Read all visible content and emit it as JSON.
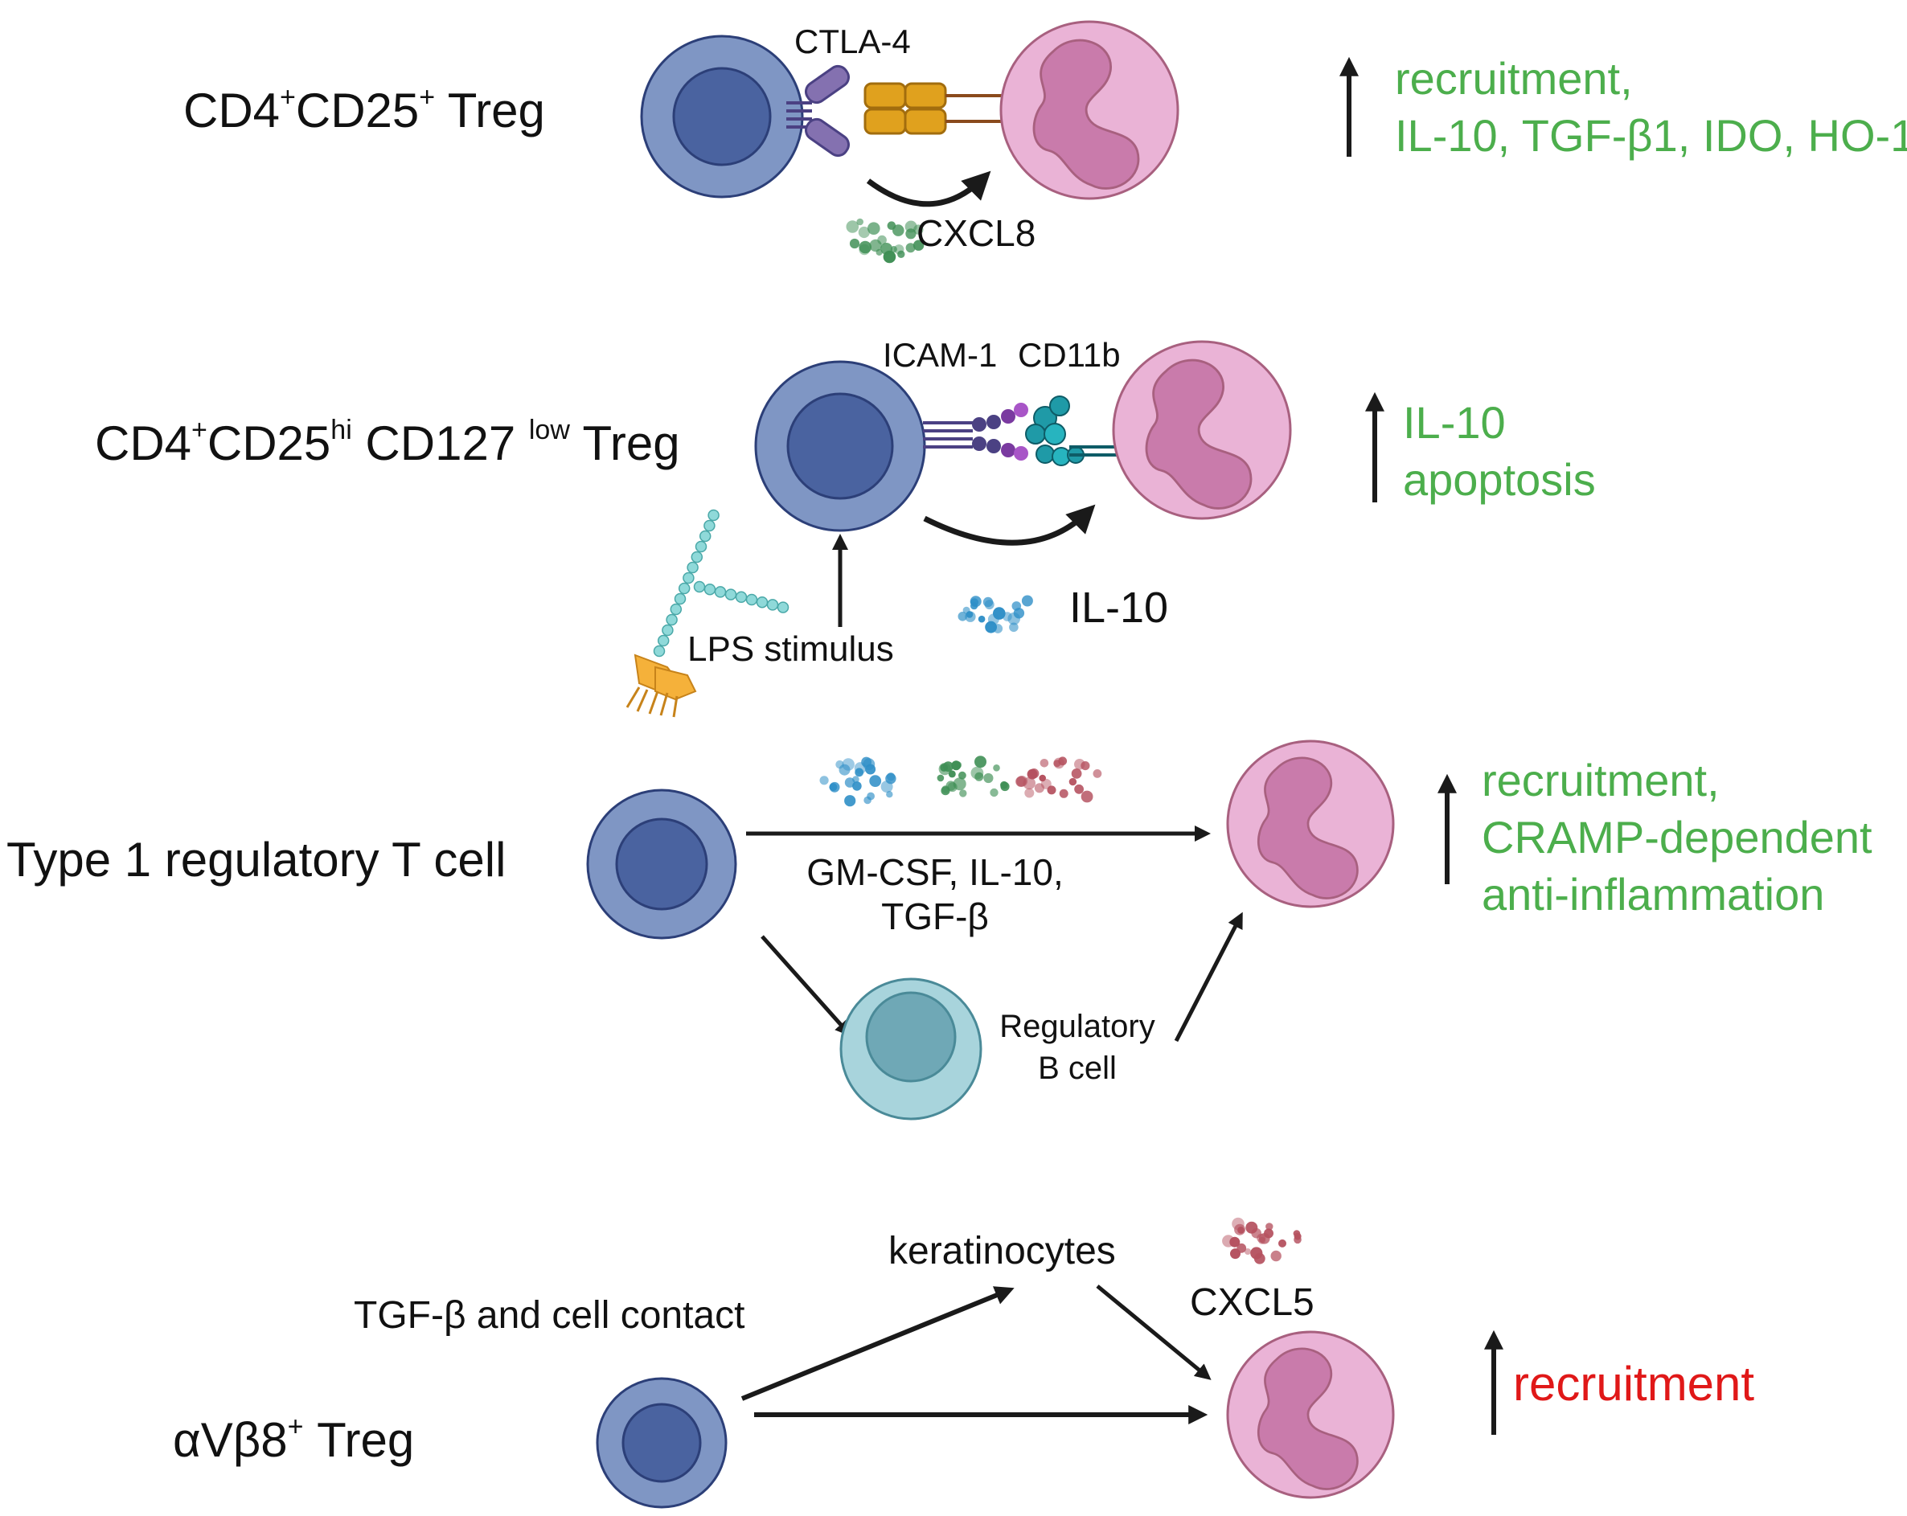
{
  "colors": {
    "t_cell_outer": "#7f96c4",
    "t_cell_inner": "#4a63a0",
    "t_cell_stroke": "#2c3f78",
    "b_cell_outer": "#a8d4dc",
    "b_cell_inner": "#6fa8b6",
    "neutrophil_outer": "#eab3d6",
    "neutrophil_nucleus": "#c97bab",
    "neutrophil_stroke": "#a8607f",
    "green_text": "#4cae4c",
    "red_text": "#e01818",
    "arrow": "#1a1a1a",
    "ctla4": "#8471b0",
    "ligand": "#e0a11e",
    "icam": "#4b4183",
    "cd11b": "#1f9aa7",
    "lps_chain": "#8fd9d9",
    "lps_lipid": "#f5b13a",
    "dots_blue": "#2f8fc7",
    "dots_green": "#3f8f55",
    "dots_red": "#b5515f"
  },
  "panel1": {
    "cell_label_main": "CD4",
    "cell_label_sup1": "+",
    "cell_label_mid": "CD25",
    "cell_label_sup2": "+",
    "cell_label_end": " Treg",
    "receptor_label": "CTLA-4",
    "chemokine_label": "CXCL8",
    "effect_line1": "recruitment,",
    "effect_line2": "IL-10, TGF-β1, IDO, HO-1"
  },
  "panel2": {
    "cell_label_main": "CD4",
    "cell_label_sup1": "+",
    "cell_label_mid": "CD25",
    "cell_label_sup2": "hi",
    "cell_label_mid2": " CD127 ",
    "cell_label_sup3": "low",
    "cell_label_end": " Treg",
    "receptor1_label": "ICAM-1",
    "receptor2_label": "CD11b",
    "stimulus_label": "LPS stimulus",
    "cytokine_label": "IL-10",
    "effect_line1": "IL-10",
    "effect_line2": "apoptosis"
  },
  "panel3": {
    "cell_label": "Type 1 regulatory T cell",
    "cytokines_line1": "GM-CSF, IL-10,",
    "cytokines_line2": "TGF-β",
    "bcell_line1": "Regulatory",
    "bcell_line2": "B cell",
    "effect_line1": "recruitment,",
    "effect_line2": "CRAMP-dependent",
    "effect_line3": "anti-inflammation"
  },
  "panel4": {
    "cell_label_main": "αVβ8",
    "cell_label_sup": "+",
    "cell_label_end": " Treg",
    "contact_label": "TGF-β and cell contact",
    "keratinocytes_label": "keratinocytes",
    "chemokine_label": "CXCL5",
    "effect_line1": "recruitment"
  }
}
